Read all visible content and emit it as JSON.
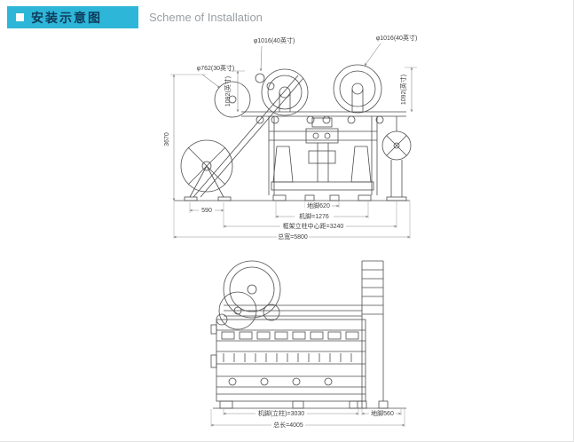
{
  "header": {
    "title_zh": "安装示意图",
    "title_en": "Scheme of Installation",
    "accent_color": "#2eb6d8"
  },
  "front_view": {
    "labels": {
      "dia_beam_left": "φ1016(40英寸)",
      "dia_beam_right": "φ1016(40英寸)",
      "dia_roll": "φ762(30英寸)",
      "beam_height_left": "1092(英寸)",
      "beam_height_right": "1092(英寸)",
      "total_height": "3670",
      "foot_590": "590",
      "anchor_620": "地脚620",
      "machine_feet": "机脚=1276",
      "column_distance": "框架立柱中心距=3240",
      "total_width": "总宽=5800"
    }
  },
  "side_view": {
    "labels": {
      "machine_feet_length": "机脚(立柱)=3030",
      "anchor_560": "地脚560",
      "total_length": "总长=4005"
    }
  }
}
